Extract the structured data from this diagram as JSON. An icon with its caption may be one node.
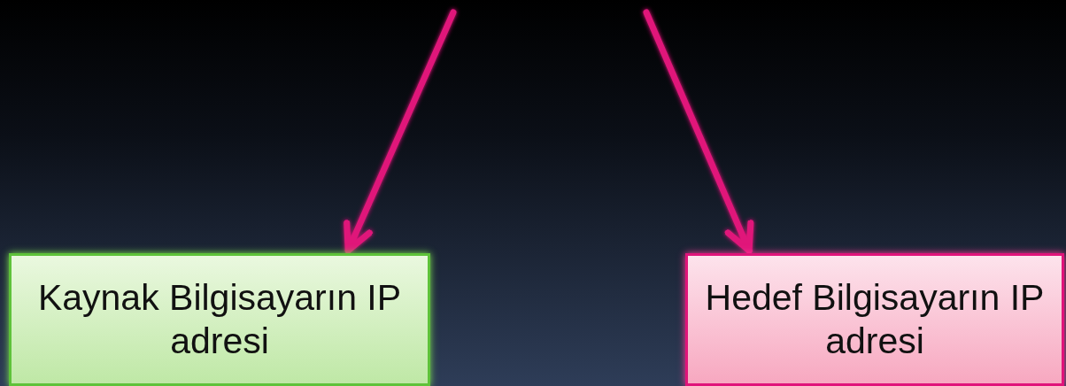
{
  "diagram": {
    "nodes": [
      {
        "text": [
          "Kaynak Bilgisayarın IP adresi"
        ]
      },
      {
        "text": [
          "Hedef Bilgisayarın IP adresi"
        ]
      }
    ],
    "edges": [
      {
        "from": null,
        "to": 0,
        "arrow": "to"
      },
      {
        "from": null,
        "to": 1,
        "arrow": "to"
      }
    ]
  }
}
